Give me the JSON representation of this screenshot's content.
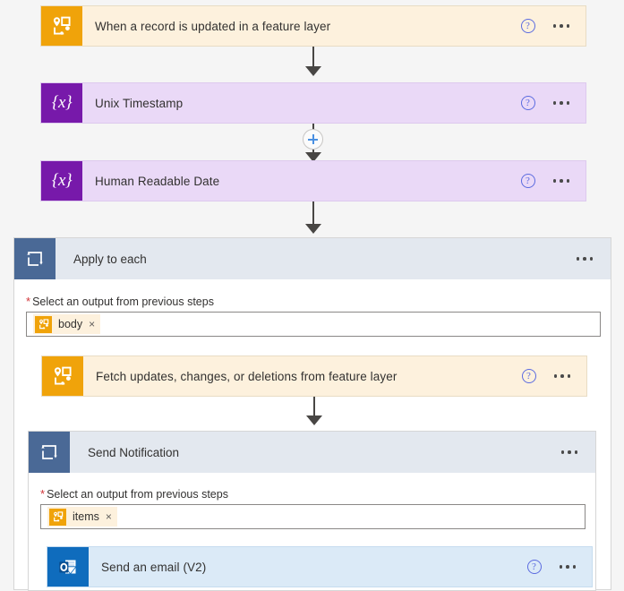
{
  "canvas": {
    "background": "#f5f5f5"
  },
  "colors": {
    "arcgis_orange": "#f0a30a",
    "arcgis_card_bg": "#fdf1dd",
    "variable_purple": "#7719aa",
    "variable_card_bg": "#ead9f7",
    "outlook_blue": "#0f6cbd",
    "outlook_card_bg": "#dbeaf7",
    "scope_header_bg": "#e3e8ef",
    "scope_icon_bg": "#4a6996",
    "required_red": "#d13438",
    "help_blue": "#5b6be0",
    "connector_gray": "#484644"
  },
  "steps": {
    "trigger": {
      "title": "When a record is updated in a feature layer",
      "icon": "arcgis-feature-layer-icon",
      "help_label": "?",
      "menu_label": "More commands"
    },
    "unix_timestamp": {
      "title": "Unix Timestamp",
      "icon": "variable-expression-icon",
      "glyph": "{x}",
      "help_label": "?",
      "menu_label": "More commands"
    },
    "human_readable_date": {
      "title": "Human Readable Date",
      "icon": "variable-expression-icon",
      "glyph": "{x}",
      "help_label": "?",
      "menu_label": "More commands"
    },
    "apply_to_each": {
      "title": "Apply to each",
      "icon": "loop-icon",
      "menu_label": "More commands",
      "field": {
        "label": "Select an output from previous steps",
        "required_marker": "*",
        "token": "body",
        "token_icon": "arcgis-feature-layer-icon",
        "token_remove": "×"
      }
    },
    "fetch_updates": {
      "title": "Fetch updates, changes, or deletions from feature layer",
      "icon": "arcgis-feature-layer-icon",
      "help_label": "?",
      "menu_label": "More commands"
    },
    "send_notification": {
      "title": "Send Notification",
      "icon": "loop-icon",
      "menu_label": "More commands",
      "field": {
        "label": "Select an output from previous steps",
        "required_marker": "*",
        "token": "items",
        "token_icon": "arcgis-feature-layer-icon",
        "token_remove": "×"
      }
    },
    "send_email": {
      "title": "Send an email (V2)",
      "icon": "outlook-icon",
      "help_label": "?",
      "menu_label": "More commands"
    }
  },
  "connectors": {
    "insert_step_button": "+"
  }
}
